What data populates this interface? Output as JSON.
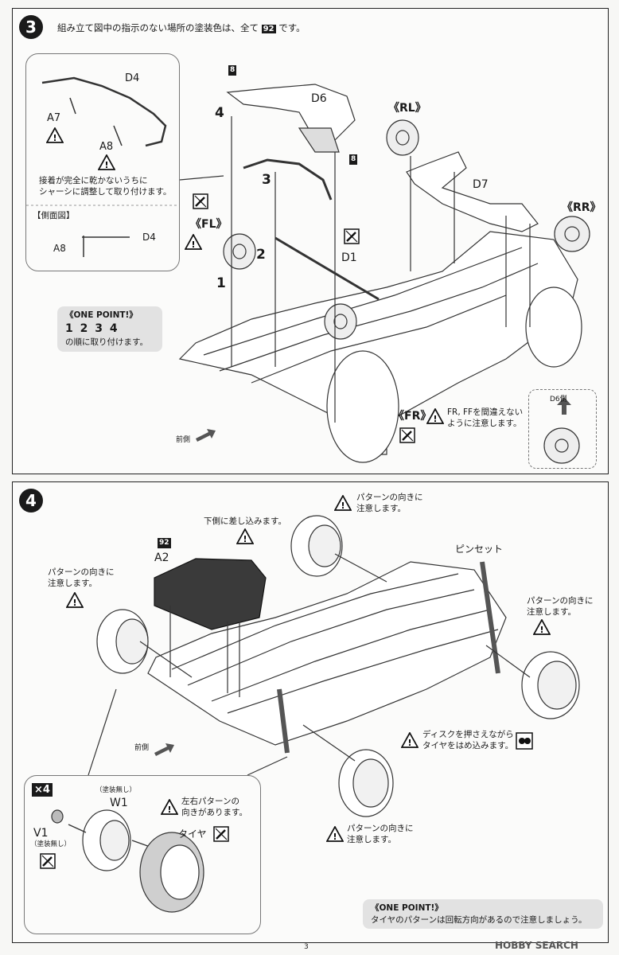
{
  "step3": {
    "number": "3",
    "instruction_pre": "組み立て図中の指示のない場所の塗装色は、全て",
    "instruction_color": "92",
    "instruction_post": "です。",
    "inset": {
      "d4": "D4",
      "a7": "A7",
      "a8": "A8",
      "note_line1": "接着が完全に乾かないうちに",
      "note_line2": "シャーシに調整して取り付けます。",
      "section_title": "【側面図】",
      "side_a8": "A8",
      "side_d4": "D4"
    },
    "labels": {
      "tag8_top": "8",
      "tag8_bottom": "8",
      "d6": "D6",
      "d7": "D7",
      "d1": "D1",
      "rl": "《RL》",
      "rr": "《RR》",
      "fl": "《FL》",
      "fr": "《FR》",
      "n1": "1",
      "n2": "2",
      "n3": "3",
      "n4": "4"
    },
    "one_point": {
      "title": "《ONE POINT!》",
      "order": "1 2 3 4",
      "text": "の順に取り付けます。"
    },
    "fr_note_line1": "FR, FFを間違えない",
    "fr_note_line2": "ように注意します。",
    "front": "前側",
    "d6side": "D6側"
  },
  "step4": {
    "number": "4",
    "tag92": "92",
    "a2": "A2",
    "insert_below": "下側に差し込みます。",
    "pattern_dir1_line1": "パターンの向きに",
    "pattern_dir1_line2": "注意します。",
    "pattern_left_line1": "パターンの向きに",
    "pattern_left_line2": "注意します。",
    "pattern_right_line1": "パターンの向きに",
    "pattern_right_line2": "注意します。",
    "pattern_bottom_line1": "パターンの向きに",
    "pattern_bottom_line2": "注意します。",
    "tweezers": "ピンセット",
    "disc_line1": "ディスクを押さえながら",
    "disc_line2": "タイヤをはめ込みます。",
    "front": "前側",
    "x4": "×4",
    "unpainted1": "（塗装無し）",
    "w1": "W1",
    "v1": "V1",
    "unpainted2": "（塗装無し）",
    "lr_line1": "左右パターンの",
    "lr_line2": "向きがあります。",
    "tire": "タイヤ",
    "one_point": {
      "title": "《ONE POINT!》",
      "text": "タイヤのパターンは回転方向があるので注意しましょう。"
    }
  },
  "footer": {
    "page": "3",
    "watermark": "HOBBY SEARCH"
  },
  "icons": [
    "warning-icon",
    "no-paint-icon",
    "direction-arrow-icon",
    "parts-tree-icon"
  ],
  "colors": {
    "ink": "#1a1a1a",
    "onepoint_bg": "#e2e2e2",
    "panel_bg": "#fbfbfa"
  }
}
